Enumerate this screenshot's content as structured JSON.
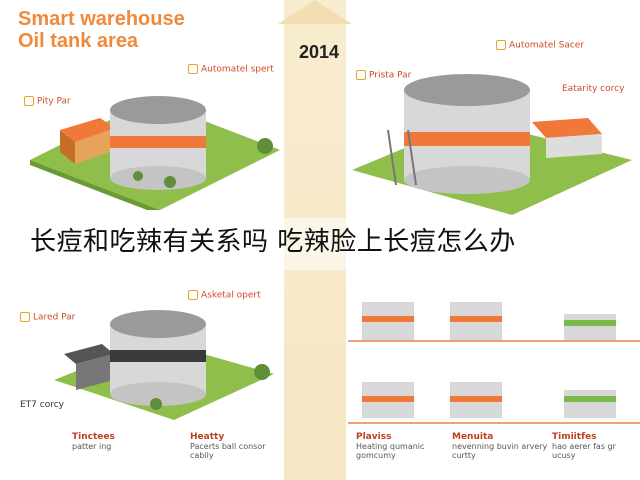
{
  "title": {
    "line1": "Smart warehouse",
    "line2": "Oil tank area"
  },
  "timeline": {
    "year": "2014"
  },
  "top_left": {
    "label_a": "Automatel spert",
    "label_b": "Pity Par"
  },
  "top_right": {
    "label_a": "Automatel Sacer",
    "label_b": "Prista Par",
    "label_c": "Eatarity corcy"
  },
  "bottom_left": {
    "label_a": "Asketal opert",
    "label_b": "Lared Par",
    "label_c": "ET7 corcy"
  },
  "captions_left": [
    {
      "head": "Tinctees",
      "sub": "patter ing"
    },
    {
      "head": "Heatty",
      "sub": "Pacerts ball consor cabily"
    }
  ],
  "captions_right": [
    {
      "head": "Plaviss",
      "sub": "Heating qumanic gomcumy"
    },
    {
      "head": "Menuita",
      "sub": "nevenning buvin arvery curtty"
    },
    {
      "head": "Timiitfes",
      "sub": "hao aerer fas gr ucusy"
    }
  ],
  "overlay_text": "长痘和吃辣有关系吗 吃辣脸上长痘怎么办",
  "colors": {
    "accent": "#f08a3a",
    "tank_stripe": "#f07838",
    "grass": "#8fbe4a"
  }
}
